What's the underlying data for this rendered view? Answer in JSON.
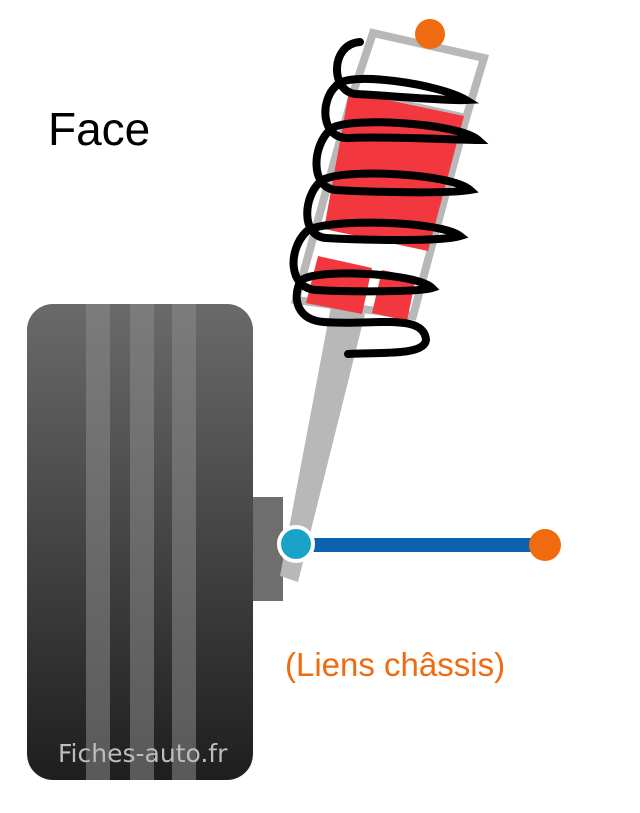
{
  "title": "Face",
  "chassis_label": "(Liens châssis)",
  "watermark": "Fiches-auto.fr",
  "colors": {
    "tire_top": "#6a6a6a",
    "tire_bottom": "#1e1e1e",
    "tire_groove": "#8a8a8a",
    "hub": "#6e6e6e",
    "strut": "#b8b8b8",
    "shock_body": "#f2383e",
    "spring": "#000000",
    "pivot": "#1aa3c8",
    "chassis_mount": "#f06a10",
    "control_arm": "#0b63b0",
    "label": "#f06a10",
    "watermark": "#bdbdbd"
  }
}
